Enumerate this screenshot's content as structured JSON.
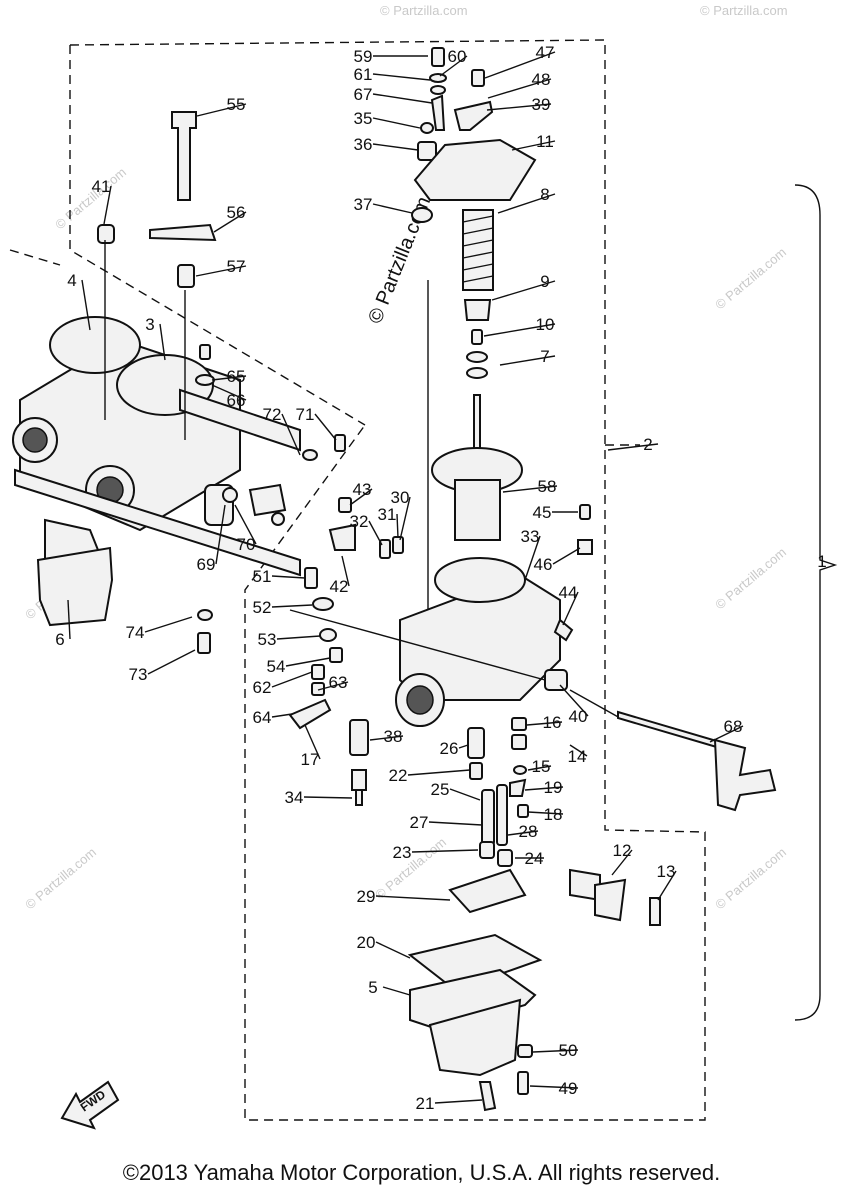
{
  "watermark": {
    "main": "© Partzilla.com",
    "faint": "© Partzilla.com"
  },
  "fwd_label": "FWD",
  "copyright": "©2013 Yamaha Motor Corporation, U.S.A. All rights reserved.",
  "callouts": [
    "59",
    "60",
    "47",
    "61",
    "48",
    "67",
    "39",
    "35",
    "36",
    "11",
    "37",
    "8",
    "9",
    "10",
    "7",
    "55",
    "41",
    "56",
    "57",
    "4",
    "3",
    "65",
    "66",
    "72",
    "71",
    "2",
    "58",
    "43",
    "30",
    "45",
    "32",
    "31",
    "33",
    "46",
    "42",
    "51",
    "52",
    "44",
    "53",
    "54",
    "62",
    "63",
    "64",
    "17",
    "16",
    "38",
    "40",
    "26",
    "14",
    "15",
    "22",
    "25",
    "19",
    "18",
    "34",
    "27",
    "28",
    "23",
    "24",
    "12",
    "13",
    "29",
    "20",
    "5",
    "50",
    "49",
    "21",
    "68",
    "70",
    "69",
    "6",
    "74",
    "73",
    "1"
  ]
}
